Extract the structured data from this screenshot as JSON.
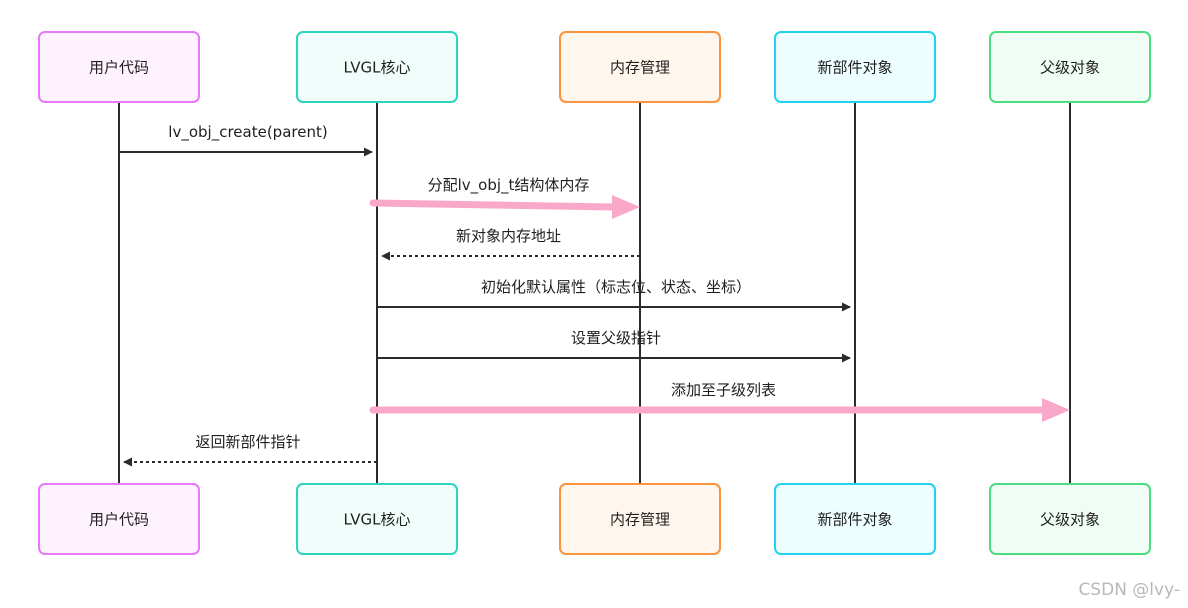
{
  "actors": [
    {
      "id": "user",
      "label": "用户代码",
      "fill": "#fdf2fd",
      "stroke": "#e879f9"
    },
    {
      "id": "core",
      "label": "LVGL核心",
      "fill": "#f0fdfa",
      "stroke": "#2dd4bf"
    },
    {
      "id": "mem",
      "label": "内存管理",
      "fill": "#fff7ed",
      "stroke": "#fb923c"
    },
    {
      "id": "widget",
      "label": "新部件对象",
      "fill": "#ecfeff",
      "stroke": "#22d3ee"
    },
    {
      "id": "parent",
      "label": "父级对象",
      "fill": "#f0fdf4",
      "stroke": "#4ade80"
    }
  ],
  "messages": [
    {
      "from": "user",
      "to": "core",
      "label": "lv_obj_create(parent)",
      "style": "solid"
    },
    {
      "from": "core",
      "to": "mem",
      "label": "分配lv_obj_t结构体内存",
      "style": "thick"
    },
    {
      "from": "mem",
      "to": "core",
      "label": "新对象内存地址",
      "style": "dashed"
    },
    {
      "from": "core",
      "to": "widget",
      "label": "初始化默认属性（标志位、状态、坐标）",
      "style": "solid"
    },
    {
      "from": "core",
      "to": "widget",
      "label": "设置父级指针",
      "style": "solid"
    },
    {
      "from": "core",
      "to": "parent",
      "label": "添加至子级列表",
      "style": "thick"
    },
    {
      "from": "core",
      "to": "user",
      "label": "返回新部件指针",
      "style": "dashed"
    }
  ],
  "colors": {
    "line": "#2b2b2b",
    "highlight": "#f9a8c9"
  },
  "watermark": "CSDN @lvy-"
}
